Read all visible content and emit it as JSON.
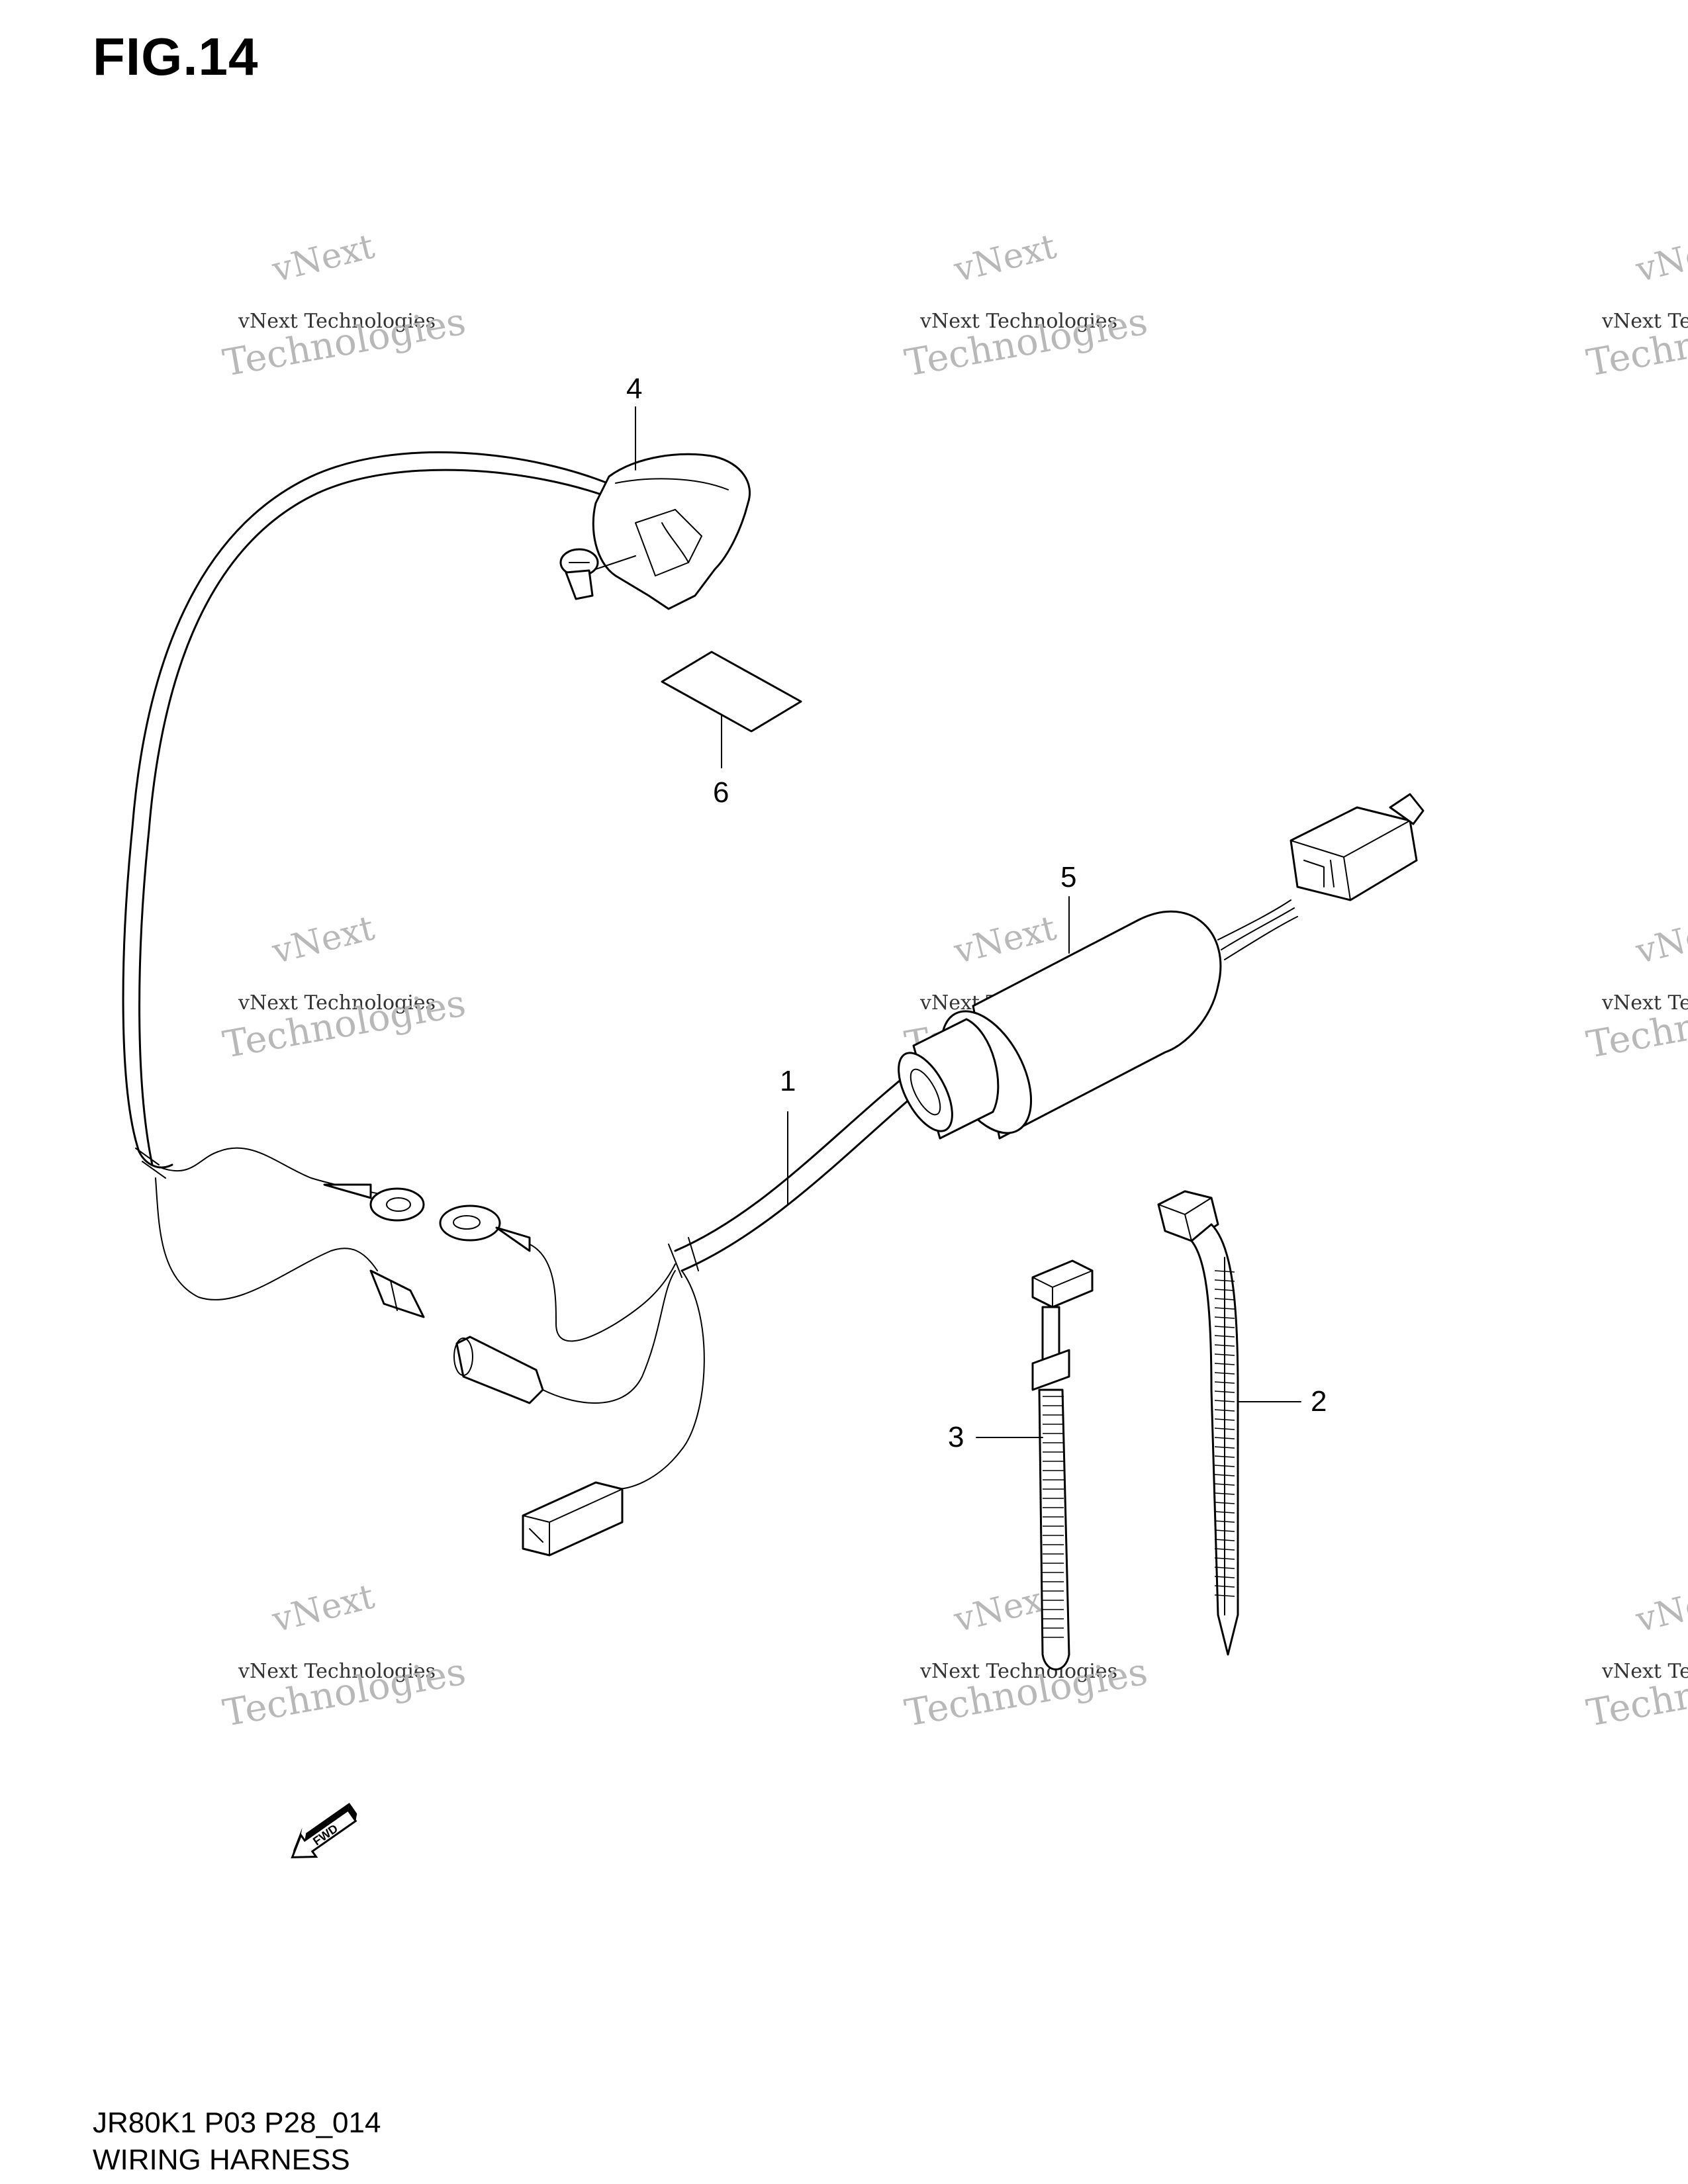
{
  "figure_title": "FIG.14",
  "callouts": [
    "1",
    "2",
    "3",
    "4",
    "5",
    "6"
  ],
  "watermark": {
    "line1": "vNext",
    "line2": "vNext Technologies",
    "line3": "Technologies"
  },
  "fwd_label": "FWD",
  "footer": {
    "code": "JR80K1 P03 P28_014",
    "name": "WIRING HARNESS"
  }
}
